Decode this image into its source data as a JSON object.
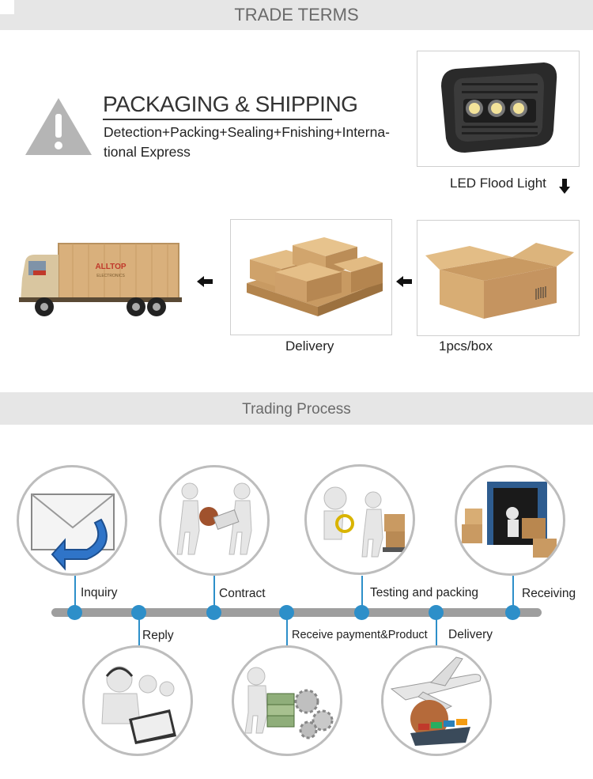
{
  "header": {
    "title": "TRADE TERMS"
  },
  "packaging": {
    "title": "PACKAGING & SHIPPING",
    "description": "Detection+Packing+Sealing+Fnishing+Interna-tional Express",
    "desc_line1": "Detection+Packing+Sealing+Fnishing+Interna-",
    "desc_line2": "tional Express"
  },
  "products": {
    "flood_light_caption": "LED Flood Light",
    "delivery_caption": "Delivery",
    "box_caption": "1pcs/box",
    "truck_brand": "ALLTOP",
    "truck_sub": "ELECTRONICS"
  },
  "trading": {
    "title": "Trading Process",
    "steps_top": [
      "Inquiry",
      "Contract",
      "Testing and packing",
      "Receiving"
    ],
    "steps_bottom": [
      "Reply",
      "Receive payment&Product",
      "Delivery"
    ]
  },
  "colors": {
    "accent": "#2d8fc9",
    "band": "#e6e6e6",
    "timeline": "#9e9e9e"
  }
}
